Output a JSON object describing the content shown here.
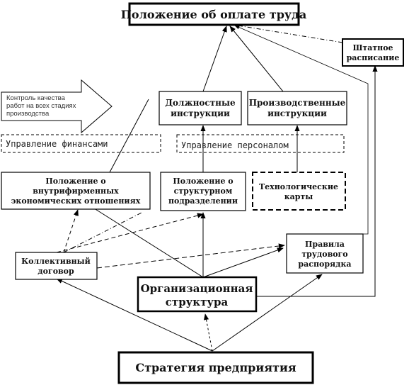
{
  "nodes": {
    "polozhenie_oplata": "Положение об оплате труда",
    "shtatnoe": [
      "Штатное",
      "расписание"
    ],
    "dolzhnostnye": [
      "Должностные",
      "инструкции"
    ],
    "proizvodstvennye": [
      "Производственные",
      "инструкции"
    ],
    "polozhenie_vnutri": [
      "Положение о",
      "внутрифирменных",
      "экономических отношениях"
    ],
    "polozhenie_struktur": [
      "Положение о",
      "структурном",
      "подразделении"
    ],
    "tekhnologicheskie": [
      "Технологические",
      "карты"
    ],
    "kollektivnyi": [
      "Коллективный",
      "договор"
    ],
    "pravila": [
      "Правила",
      "трудового",
      "распорядка"
    ],
    "org_struktura": [
      "Организационная",
      "структура"
    ],
    "strategiya": "Стратегия предприятия"
  },
  "callout": [
    "Контроль качества",
    "работ на всех стадиях",
    "производства"
  ],
  "areas": {
    "finansy": "Управление финансами",
    "personal": "Управление персоналом"
  }
}
